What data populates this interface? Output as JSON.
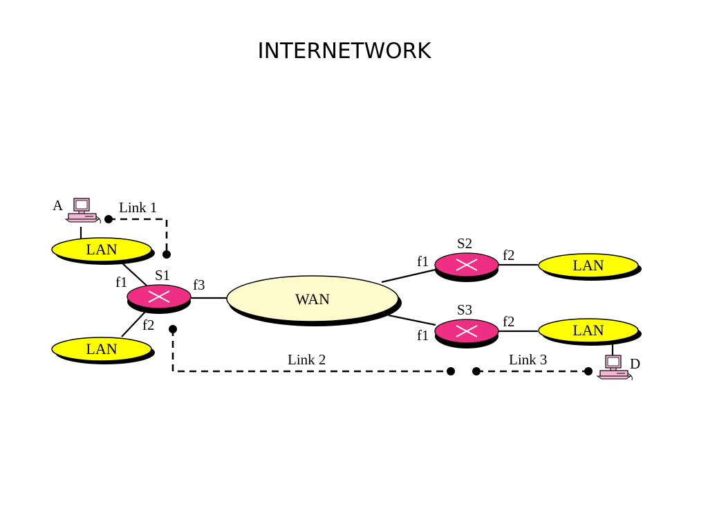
{
  "title": "INTERNETWORK",
  "diagram": {
    "networks": {
      "lan_top_left": "LAN",
      "lan_bottom_left": "LAN",
      "lan_s2": "LAN",
      "lan_s3": "LAN",
      "wan": "WAN"
    },
    "routers": {
      "s1": {
        "label": "S1",
        "ports": {
          "f1": "f1",
          "f2": "f2",
          "f3": "f3"
        }
      },
      "s2": {
        "label": "S2",
        "ports": {
          "f1": "f1",
          "f2": "f2"
        }
      },
      "s3": {
        "label": "S3",
        "ports": {
          "f1": "f1",
          "f2": "f2"
        }
      }
    },
    "hosts": {
      "a": {
        "label": "A",
        "icon": "computer-icon"
      },
      "d": {
        "label": "D",
        "icon": "computer-icon"
      }
    },
    "links": {
      "link1": "Link 1",
      "link2": "Link 2",
      "link3": "Link 3"
    }
  },
  "colors": {
    "lan_fill": "#ffff00",
    "wan_fill": "#fdfacb",
    "router_fill": "#ee2f84",
    "computer_fill": "#f4b8d4"
  }
}
